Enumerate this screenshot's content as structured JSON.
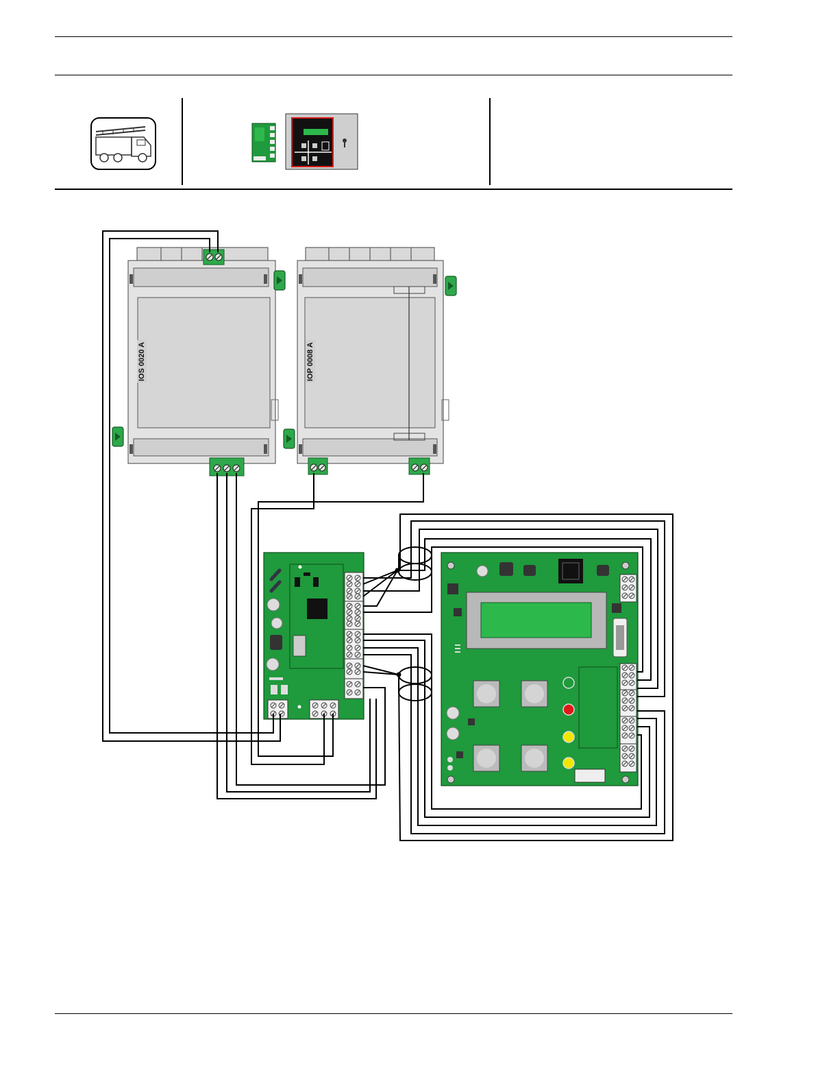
{
  "document": {
    "type": "installation wiring diagram"
  },
  "header": {
    "fire_truck_icon": "fire-truck-icon",
    "panel_icon": "fire-brigade-panel-icon"
  },
  "modules": [
    {
      "label": "IOS 0020 A"
    },
    {
      "label": "IOP 0008 A"
    }
  ],
  "colors": {
    "pcb_green": "#1f9a3c",
    "module_grey": "#d9d9d9",
    "terminal_green": "#2ea84a",
    "wire": "#000000",
    "led_red": "#e01818",
    "led_yellow": "#f2e600"
  }
}
